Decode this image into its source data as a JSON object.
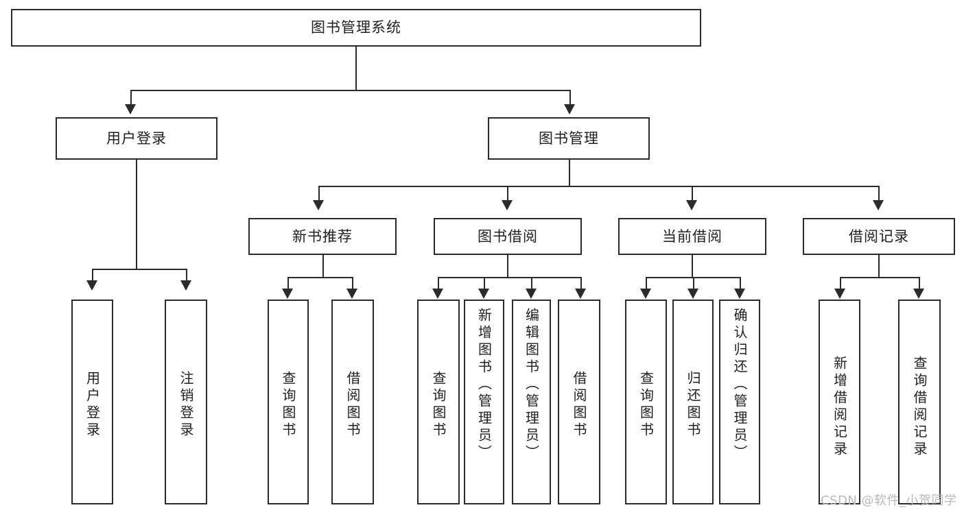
{
  "diagram": {
    "type": "tree-hierarchy",
    "title": "图书管理系统",
    "root": {
      "label": "图书管理系统"
    },
    "level2": [
      {
        "label": "用户登录"
      },
      {
        "label": "图书管理"
      }
    ],
    "level3": [
      {
        "label": "新书推荐"
      },
      {
        "label": "图书借阅"
      },
      {
        "label": "当前借阅"
      },
      {
        "label": "借阅记录"
      }
    ],
    "leaves": {
      "user_login": [
        {
          "label": "用户登录"
        },
        {
          "label": "注销登录"
        }
      ],
      "new_book_recommend": [
        {
          "label": "查询图书"
        },
        {
          "label": "借阅图书"
        }
      ],
      "book_borrow": [
        {
          "label": "查询图书"
        },
        {
          "label": "新增图书（管理员）"
        },
        {
          "label": "编辑图书（管理员）"
        },
        {
          "label": "借阅图书"
        }
      ],
      "current_borrow": [
        {
          "label": "查询图书"
        },
        {
          "label": "归还图书"
        },
        {
          "label": "确认归还（管理员）"
        }
      ],
      "borrow_record": [
        {
          "label": "新增借阅记录"
        },
        {
          "label": "查询借阅记录"
        }
      ]
    }
  },
  "watermark": {
    "text": "CSDN @软件_小贺同学"
  },
  "colors": {
    "stroke": "#2b2b2b",
    "background": "#ffffff",
    "text": "#1f1f1f",
    "watermark": "#b9b9b9"
  }
}
